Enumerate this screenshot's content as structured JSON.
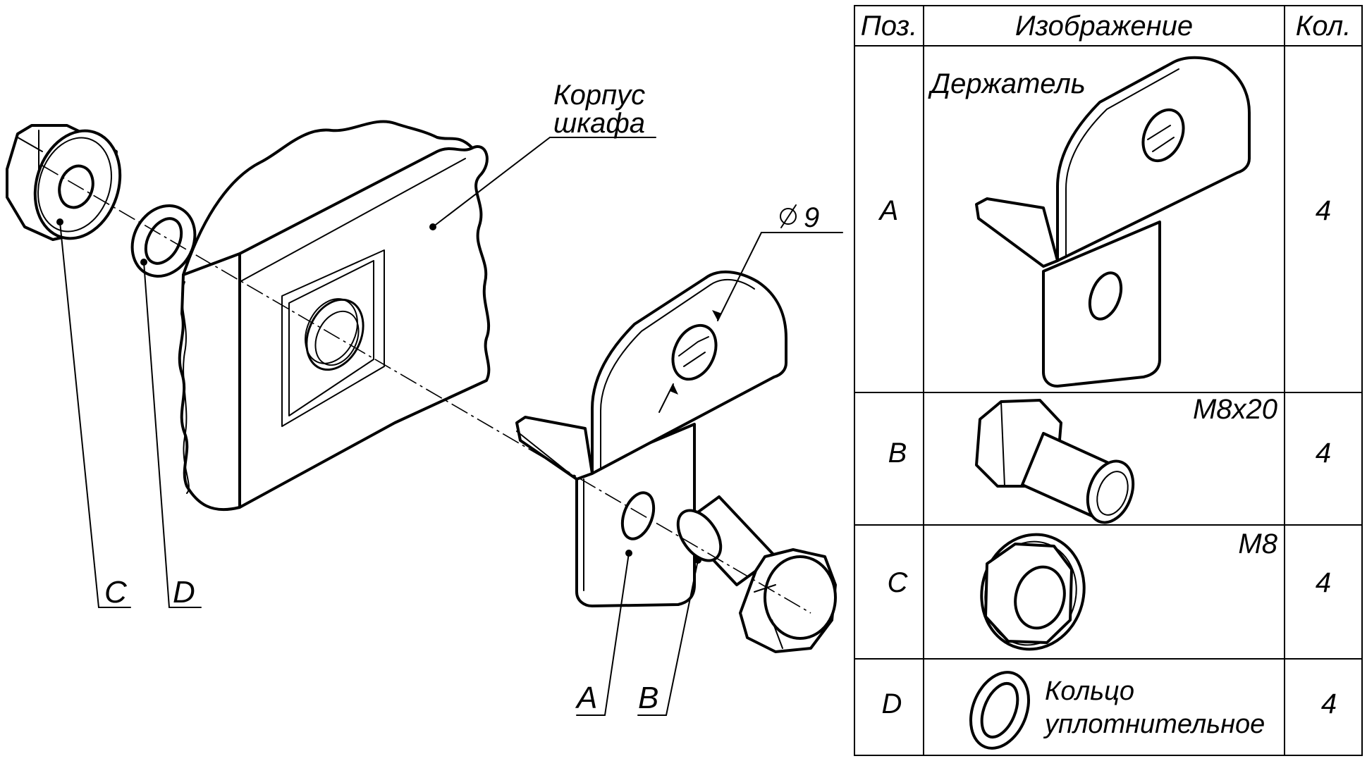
{
  "callouts": {
    "cabinet_line1": "Корпус",
    "cabinet_line2": "шкафа",
    "diameter": "9",
    "pos_c": "C",
    "pos_d": "D",
    "pos_a": "A",
    "pos_b": "B"
  },
  "table": {
    "headers": [
      "Поз.",
      "Изображение",
      "Кол."
    ],
    "rows": [
      {
        "pos": "A",
        "name": "Держатель",
        "spec": "",
        "qty": "4"
      },
      {
        "pos": "B",
        "name": "",
        "spec": "M8x20",
        "qty": "4"
      },
      {
        "pos": "C",
        "name": "",
        "spec": "M8",
        "qty": "4"
      },
      {
        "pos": "D",
        "name_line1": "Кольцо",
        "name_line2": "уплотнительное",
        "spec": "",
        "qty": "4"
      }
    ]
  },
  "icons": [
    "nut-icon",
    "washer-icon",
    "cabinet-panel-icon",
    "bracket-icon",
    "bolt-icon"
  ]
}
